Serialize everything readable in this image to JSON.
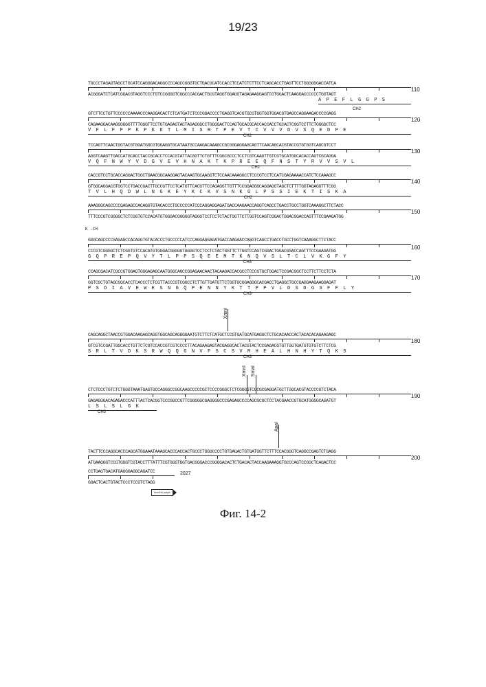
{
  "page_number": "19/23",
  "caption": "Фиг. 14-2",
  "blocks": [
    {
      "top": "TGCCCTAGAGTAGCCTGCATCCAGGGACAGGCCCCAGCCGGGTGCTGACGCATCCACCTCCATCTCTTCCTCAGCACCTGAGTTCCTGGGGGGACCATCA",
      "bottom": "ACGGGATCTCATCGGACGTAGGTCCCTGTCCGGGGTCGGCCCACGACTGCGTAGGTGGAGGTAGAGAAGGAGTCGTGGACTCAAGGACCCCCCTGGTAGT",
      "aa": "A P E F L G G P S",
      "label": "CH2",
      "number": "110"
    },
    {
      "top": "GTCTTCCTGTTCCCCCCAAAACCCAAGGACACTCTCATGATCTCCCGGACCCCTGAGGTCACGTGCGTGGTGGTGGACGTGAGCCAGGAAGACCCCGAGG",
      "bottom": "CAGAAGGACAAGGGGGGTTTTGGGTTCCTGTGAGAGTACTAGAGGGCCTGGGGACTCCAGTGCACGCACCACCACCTGCACTCGGTCCTTCTGGGGCTCC",
      "aa": "V F L F P P K P K D T L M I S R T P E V T C V V V D V S Q E D P E",
      "label": "CH2",
      "number": "120"
    },
    {
      "top": "TCCAGTTCAACTGGTACGTGGATGGCGTGGAGGTGCATAATGCCAAGACAAAGCCGCGGGAGGAGCAGTTCAACAGCACGTACCGTGTGGTCAGCGTCCT",
      "bottom": "AGGTCAAGTTGACCATGCACCTACCGCACCTCCACGTATTACGGTTCTGTTTCGGCGCCCTCCTCGTCAAGTTGTCGTGCATGGCACACCAGTCGCAGGA",
      "aa": "V Q F N W Y V D G V E V H N A K T K P R E E Q F N S T Y R V V S V L",
      "label": "CH2",
      "number": "130"
    },
    {
      "top": "CACCGTCCTGCACCAGGACTGGCTGAACGGCAAGGAGTACAAGTGCAAGGTCTCCAACAAAGGCCTCCCGTCCTCCATCGAGAAAACCATCTCCAAAGCC",
      "bottom": "GTGGCAGGACGTGGTCCTGACCGACTTGCCGTTCCTCATGTTCACGTTCCAGAGGTTGTTTCCGGAGGGCAGGAGGTAGCTCTTTTGGTAGAGGTTTCGG",
      "aa": "T V L H Q D W L N G K E Y K C K V S N K G L P S S I E K T I S K A",
      "label": "CH2",
      "number": "140"
    },
    {
      "top": "AAAGGGCAGCCCCGAGAGCCACAGGTGTACACCCTGCCCCCATCCCAGGAGGAGATGACCAAGAACCAGGTCAGCCTGACCTGCCTGGTCAAAGGCTTCTACC",
      "bottom": "TTTCCCGTCGGGGCTCTCGGTGTCCACATGTGGGACGGGGGTAGGGTCCTCCTCTACTGGTTCTTGGTCCAGTCGGACTGGACGGACCAGTTTCCGAAGATGG",
      "aa": "G Q P R E P Q V Y T L P P S Q E E M T K N Q V S L T C L V K G F Y",
      "label": "CH3",
      "number": "160",
      "pre_top": "GGGCAGCCCCGAGAGCCACAGGTGTACACCCTGCCCCCATCCCAGGAGGAGATGACCAAGAACCAGGTCAGCCTGACCTGCCTGGTCAAAGGCTTCTACC",
      "pre_bottom": "CCCGTCGGGGCTCTCGGTGTCCACATGTGGGACGGGGGTAGGGTCCTCCTCTACTGGTTCTTGGTCCAGTCGGACTGGACGGACCAGTTTCCGAAGATGG"
    },
    {
      "top": "CCAGCGACATCGCCGTGGAGTGGGAGAGCAATGGGCAGCCGGAGAACAACTACAAGACCACGCCTCCCGTGCTGGACTCCGACGGCTCCTTCTTCCTCTA",
      "bottom": "GGTCGCTGTAGCGGCACCTCACCCTCTCGTTACCCGTCGGCCTCTTGTTGATGTTCTGGTGCGGAGGGCACGACCTGAGGCTGCCGAGGAAGAAGGAGAT",
      "aa": "P S D I A V E W E S N G Q P E N N Y K T T P P V L D S D G S F F L Y",
      "label": "CH3",
      "number": "170"
    },
    {
      "top": "CAGCAGGCTAACCGTGGACAAGAGCAGGTGGCAGCAGGGGAATGTCTTCTCATGCTCCGTGATGCATGAGGCTCTGCACAACCACTACACACAGAAGAGC",
      "bottom": "GTCGTCCGATTGGCACCTGTTCTCGTCCACCGTCGTCCCCTTACAGAAGAGTACGAGGCACTACGTACTCCGAGACGTGTTGGTGATGTGTGTCTTCTCG",
      "aa": "S R L T V D K S R W Q Q G N V F S C S V M H E A L H N H Y T Q K S",
      "label": "CH3",
      "number": "180"
    },
    {
      "top": "CTCTCCCTGTCTCTGGGTAAATGAGTGCCAGGGCCGGCAAGCCCCCGCTCCCCGGGCTCTCGGGGTCGCGCGAGGATGCTTGGCACGTACCCCGTCTACA",
      "bottom": "GAGAGGGACAGAGACCCATTTACTCACGGTCCCGGCCGTTCGGGGGCGAGGGGCCCGAGAGCCCCAGCGCGCTCCTACGAACCGTGCATGGGGCAGATGT",
      "aa": "L S L S L G K",
      "label": "CH3",
      "number": "190"
    },
    {
      "top": "TACTTCCCAGGCACCCAGCATGGAAATAAAGCACCCACCACTGCCCTGGGCCCCTGTGAGACTGTGATGGTTCTTTCCACGGGTCAGGCCGAGTCTGAGG",
      "bottom": "ATGAAGGGTCCGTGGGTCGTACCTTTATTTCGTGGGTGGTGACGGGACCCGGGGACACTCTGACACTACCAAGAAAGGTGCCCAGTCCGGCTCAGACTCC",
      "number": "200"
    },
    {
      "top": "CCTGAGTGACATGAGGGAGGCAGATCC",
      "bottom": "GGACTCACTGTACTCCCTCCGTCTAGG"
    }
  ],
  "side_note": "K\n-CH",
  "sites": [
    "XmnI",
    "XmnI",
    "SmaI",
    "ApaI"
  ],
  "end_count": "2027",
  "feature_label": "bovGH polyA"
}
